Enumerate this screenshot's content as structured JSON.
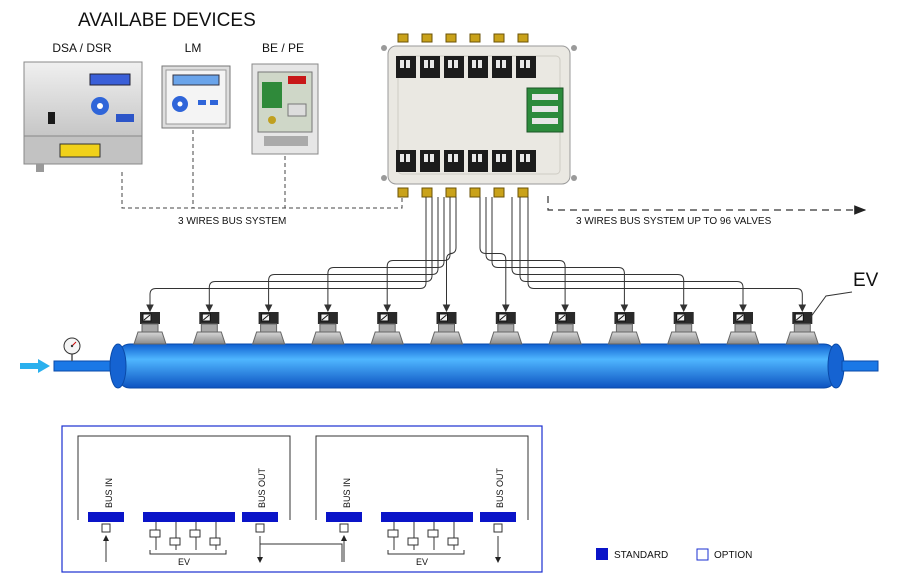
{
  "title": "AVAILABE DEVICES",
  "devices": [
    {
      "label": "DSA / DSR",
      "kind": "panel-controller"
    },
    {
      "label": "LM",
      "kind": "lcd-controller"
    },
    {
      "label": "BE / PE",
      "kind": "circuit-board"
    }
  ],
  "bus_label_left": "3 WIRES BUS SYSTEM",
  "bus_label_right": "3 WIRES BUS SYSTEM UP TO 96 VALVES",
  "ev_label": "EV",
  "valve_count": 12,
  "schematic": {
    "modules": [
      {
        "bus_in": "BUS IN",
        "bus_out": "BUS OUT",
        "ev": "EV"
      },
      {
        "bus_in": "BUS IN",
        "bus_out": "BUS OUT",
        "ev": "EV"
      }
    ]
  },
  "legend": {
    "standard": "STANDARD",
    "option": "OPTION"
  },
  "colors": {
    "tank": "#1a78e6",
    "tank_light": "#4fb6ff",
    "standard": "#0a14c8",
    "inlet_arrow": "#2ab0ee",
    "box": "#e8e6e0"
  },
  "icons": [
    "pressure-gauge-icon",
    "solenoid-valve-icon",
    "inlet-arrow-icon"
  ]
}
